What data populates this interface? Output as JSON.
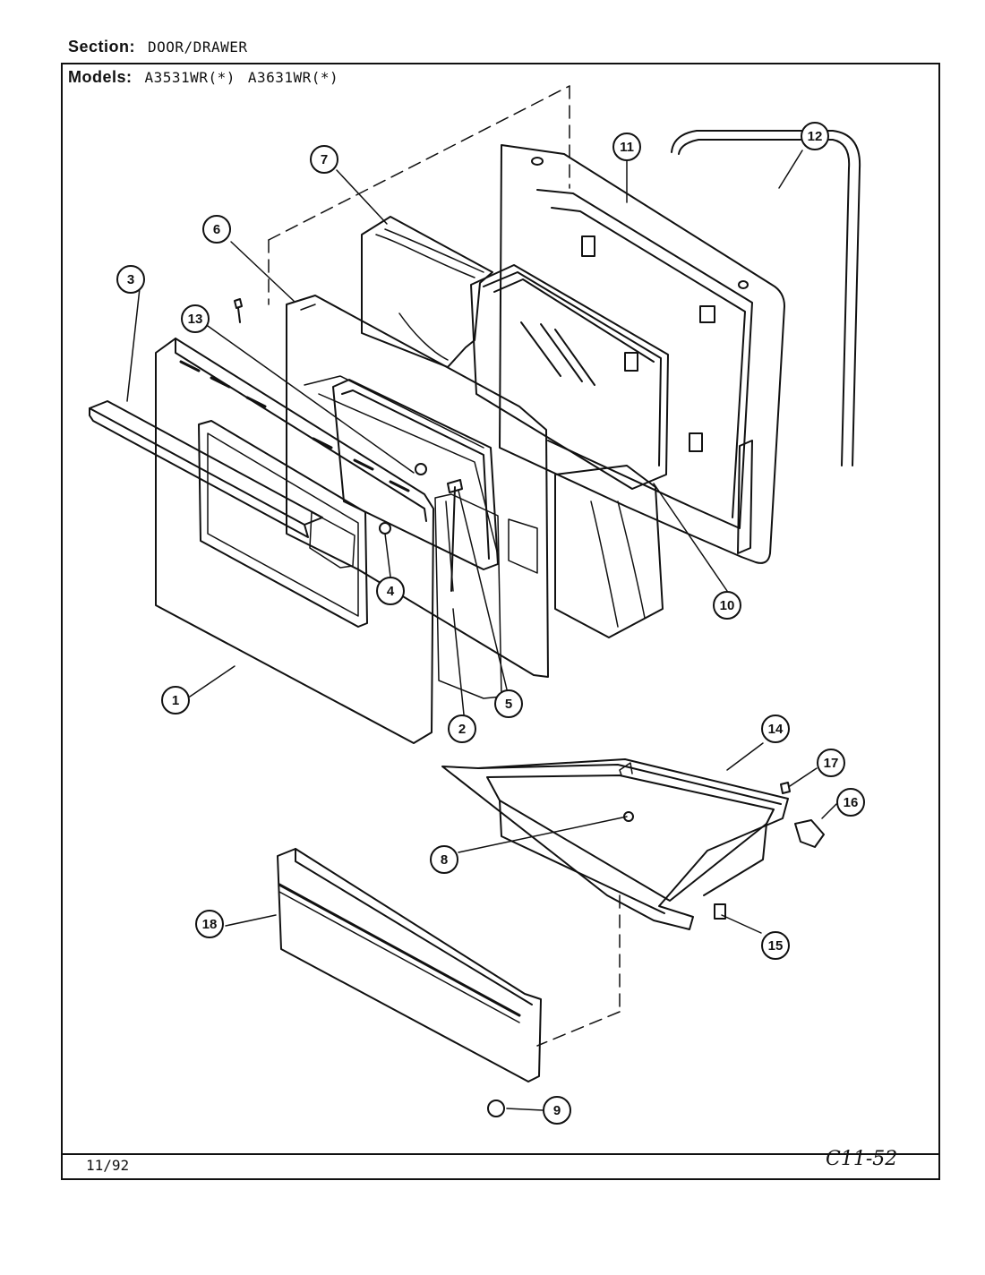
{
  "header": {
    "section_label": "Section:",
    "section_value": "DOOR/DRAWER",
    "models_label": "Models:",
    "models": [
      "A3531WR(*)",
      "A3631WR(*)"
    ]
  },
  "footer": {
    "date": "11/92",
    "code": "C11-52"
  },
  "callouts": [
    "1",
    "2",
    "3",
    "4",
    "5",
    "6",
    "7",
    "8",
    "9",
    "10",
    "11",
    "12",
    "13",
    "14",
    "15",
    "16",
    "17",
    "18"
  ]
}
